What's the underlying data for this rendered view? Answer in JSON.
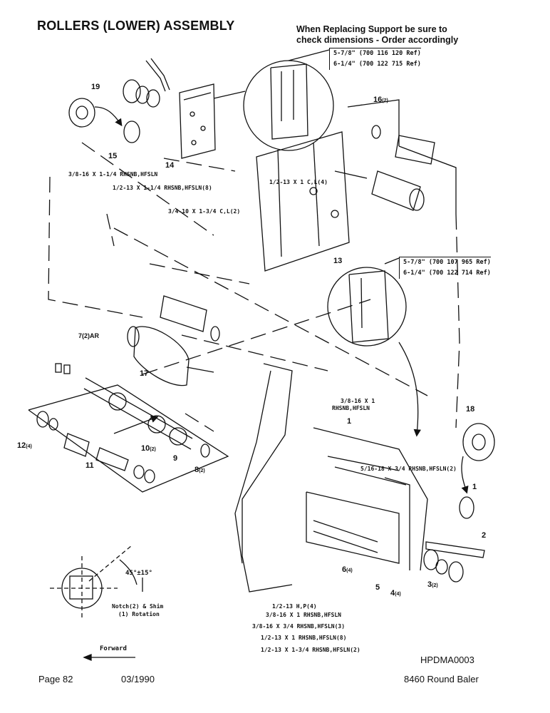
{
  "page": {
    "title": "ROLLERS (LOWER) ASSEMBLY",
    "note_line1": "When Replacing Support be sure to",
    "note_line2": "check dimensions - Order accordingly",
    "footer_page": "Page 82",
    "footer_date": "03/1990",
    "footer_code": "HPDMA0003",
    "footer_model": "8460 Round Baler"
  },
  "ref_top": [
    "5-7/8\" (700 116 120 Ref)",
    "6-1/4\" (700 122 715 Ref)"
  ],
  "ref_mid": [
    "5-7/8\" (700 107 965 Ref)",
    "6-1/4\" (700 122 714 Ref)"
  ],
  "part_numbers": {
    "p19": "19",
    "p15": "15",
    "p14": "14",
    "p16": "16",
    "p16q": "(2)",
    "p13": "13",
    "p7": "7(2)AR",
    "p17": "17",
    "p12": "12",
    "p12q": "(4)",
    "p11": "11",
    "p10": "10",
    "p10q": "(2)",
    "p9": "9",
    "p8": "8",
    "p8q": "(2)",
    "p18": "18",
    "p1a": "1",
    "p1b": "1",
    "p2": "2",
    "p3": "3",
    "p3q": "(2)",
    "p4": "4",
    "p4q": "(4)",
    "p5": "5",
    "p6": "6",
    "p6q": "(4)"
  },
  "hardware": {
    "h1": "3/8-16 X 1-1/4 RHSNB,HFSLN",
    "h2": "1/2-13 X 1-1/4 RHSNB,HFSLN(8)",
    "h3": "1/2-13 X 1 C,L(4)",
    "h4": "3/4-10 X 1-3/4 C,L(2)",
    "h5a": "3/8-16 X 1",
    "h5b": "RHSNB,HFSLN",
    "h6": "5/16-18 X 3/4 RHSNB,HFSLN(2)",
    "h7": "1/2-13 H,P(4)",
    "h8": "3/8-16 X 1 RHSNB,HFSLN",
    "h9": "3/8-16 X 3/4 RHSNB,HFSLN(3)",
    "h10": "1/2-13 X 1 RHSNB,HFSLN(8)",
    "h11": "1/2-13 X 1-3/4 RHSNB,HFSLN(2)"
  },
  "detail": {
    "angle": "45°±15°",
    "caption1": "Notch(2) & Shim",
    "caption2": "(1) Rotation",
    "forward": "Forward"
  }
}
